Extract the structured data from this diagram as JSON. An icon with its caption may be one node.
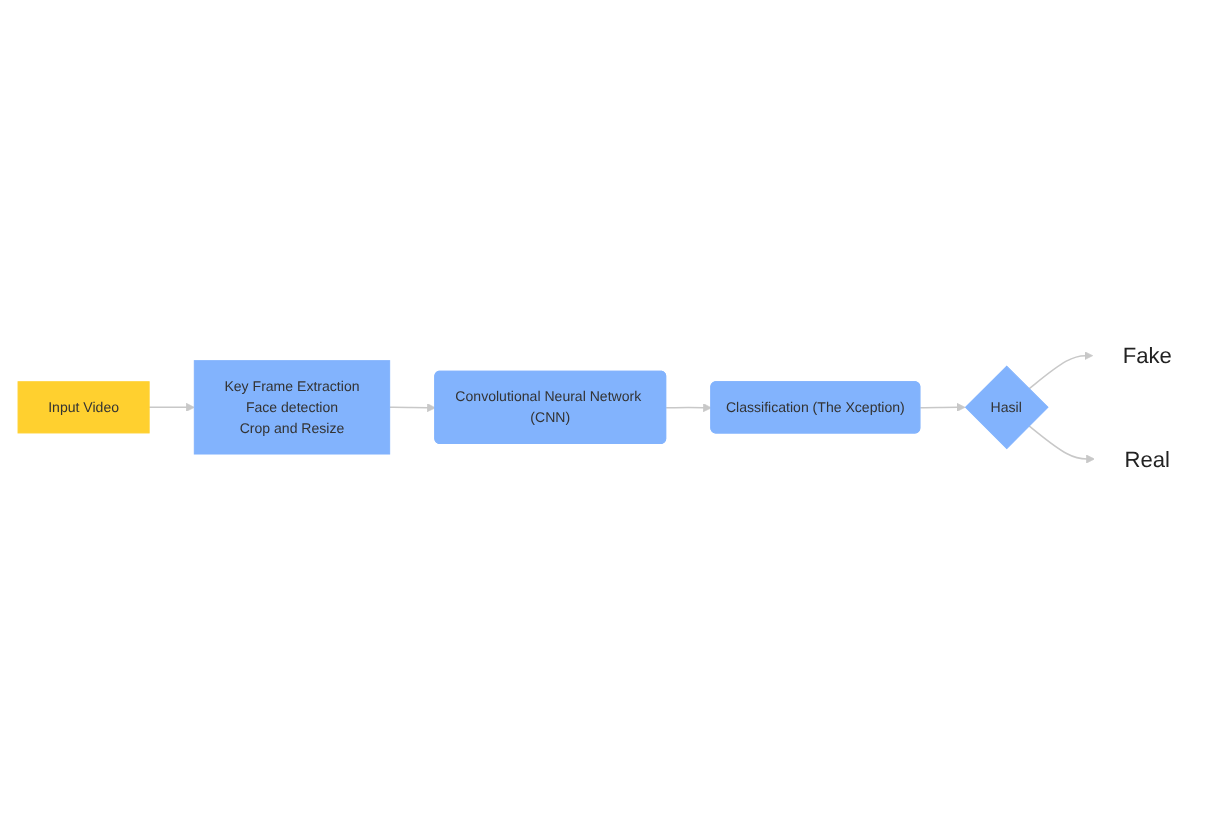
{
  "diagram": {
    "nodes": [
      {
        "text": [
          "Input Video"
        ]
      },
      {
        "text": [
          "Key Frame Extraction",
          "Face detection",
          "Crop and Resize"
        ]
      },
      {
        "text": [
          "Convolutional Neural Network (CNN)"
        ]
      },
      {
        "text": [
          "Classification (The Xception)"
        ]
      },
      {
        "text": [
          "Hasil"
        ]
      },
      {
        "text": [
          "Fake"
        ]
      },
      {
        "text": [
          "Real"
        ]
      }
    ],
    "edges": [
      {
        "from": 0,
        "to": 1,
        "arrow": "to"
      },
      {
        "from": 1,
        "to": 2,
        "arrow": "to"
      },
      {
        "from": 2,
        "to": 3,
        "arrow": "to"
      },
      {
        "from": 3,
        "to": 4,
        "arrow": "to"
      },
      {
        "from": 4,
        "to": 5,
        "arrow": "to"
      },
      {
        "from": 4,
        "to": 6,
        "arrow": "to"
      }
    ]
  }
}
